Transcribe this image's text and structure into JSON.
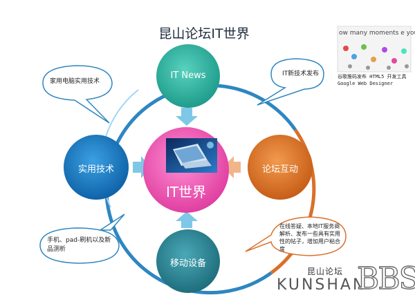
{
  "title": "昆山论坛IT世界",
  "nodes": {
    "top": "IT News",
    "left": "实用技术",
    "right": "论坛互动",
    "bottom": "移动设备",
    "center": "IT世界"
  },
  "bubbles": {
    "top_left": "家用电脑实用技术",
    "top_right": "IT新技术发布",
    "bottom_left": "手机、pad-刷机以及新品测析",
    "bottom_right": "在线答疑、本地IT服务商解析、发布一些具有实用性的帖子，增加用户粘合度"
  },
  "ad": {
    "headline": "ow many moments e you missing?",
    "caption": "谷歌推码发布 HTML5 开发工具 Google Web Designer"
  },
  "logo": {
    "small": "昆山论坛",
    "word": "KUNSHAN",
    "bbs": "BBS"
  },
  "colors": {
    "top_node": "#2fb3a0",
    "left_node": "#1e7fc7",
    "right_node": "#e0782d",
    "bottom_node": "#2f8a99",
    "center_node": "#f05cb5",
    "ring_blue": "#2e86c1",
    "ring_orange": "#d9702a",
    "arrow": "#7fc7e6"
  }
}
